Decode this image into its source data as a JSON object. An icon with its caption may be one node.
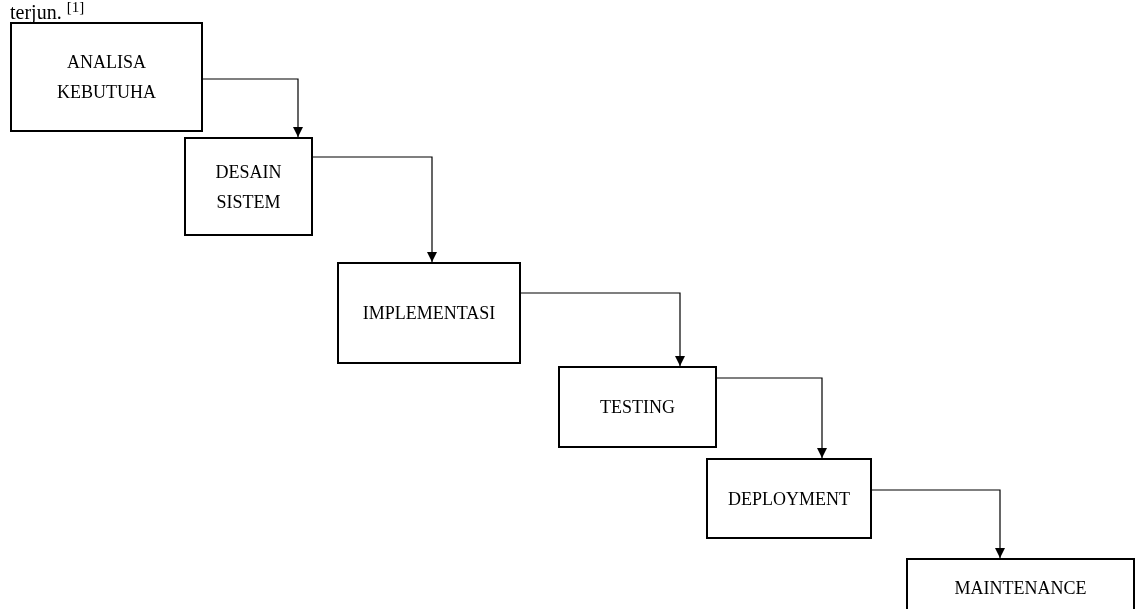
{
  "diagram": {
    "nodes": [
      {
        "text": [
          "ANALISA KEBUTUHA"
        ]
      },
      {
        "text": [
          "DESAIN SISTEM"
        ]
      },
      {
        "text": [
          "IMPLEMENTASI"
        ]
      },
      {
        "text": [
          "TESTING"
        ]
      },
      {
        "text": [
          "DEPLOYMENT"
        ]
      },
      {
        "text": [
          "MAINTENANCE"
        ]
      }
    ],
    "edges": [
      {
        "from": 0,
        "to": 1,
        "arrow": "to"
      },
      {
        "from": 1,
        "to": 2,
        "arrow": "to"
      },
      {
        "from": 2,
        "to": 3,
        "arrow": "to"
      },
      {
        "from": 3,
        "to": 4,
        "arrow": "to"
      },
      {
        "from": 4,
        "to": 5,
        "arrow": "to"
      }
    ],
    "labels": [
      "terjun. $^{[1]}$"
    ]
  }
}
